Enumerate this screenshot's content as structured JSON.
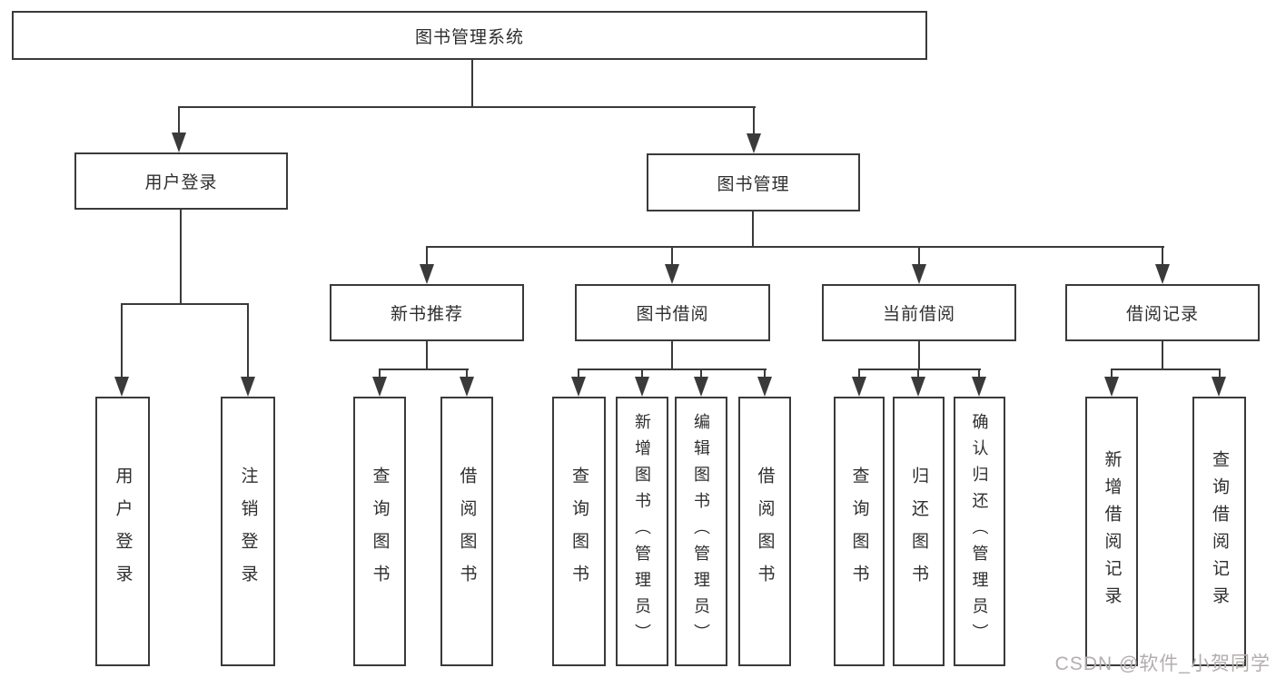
{
  "tree": {
    "label": "图书管理系统",
    "children": [
      {
        "label": "用户登录",
        "children": [
          {
            "label": "用户登录"
          },
          {
            "label": "注销登录"
          }
        ]
      },
      {
        "label": "图书管理",
        "children": [
          {
            "label": "新书推荐",
            "children": [
              {
                "label": "查询图书"
              },
              {
                "label": "借阅图书"
              }
            ]
          },
          {
            "label": "图书借阅",
            "children": [
              {
                "label": "查询图书"
              },
              {
                "label": "新增图书（管理员）"
              },
              {
                "label": "编辑图书（管理员）"
              },
              {
                "label": "借阅图书"
              }
            ]
          },
          {
            "label": "当前借阅",
            "children": [
              {
                "label": "查询图书"
              },
              {
                "label": "归还图书"
              },
              {
                "label": "确认归还（管理员）"
              }
            ]
          },
          {
            "label": "借阅记录",
            "children": [
              {
                "label": "新增借阅记录"
              },
              {
                "label": "查询借阅记录"
              }
            ]
          }
        ]
      }
    ]
  },
  "watermark": {
    "text": "CSDN @软件_小贺同学"
  },
  "colors": {
    "line": "#3a3a3a",
    "text": "#2e2e2e",
    "box_background": "#ffffff",
    "watermark": "#b3aeae",
    "background": "#ffffff"
  }
}
